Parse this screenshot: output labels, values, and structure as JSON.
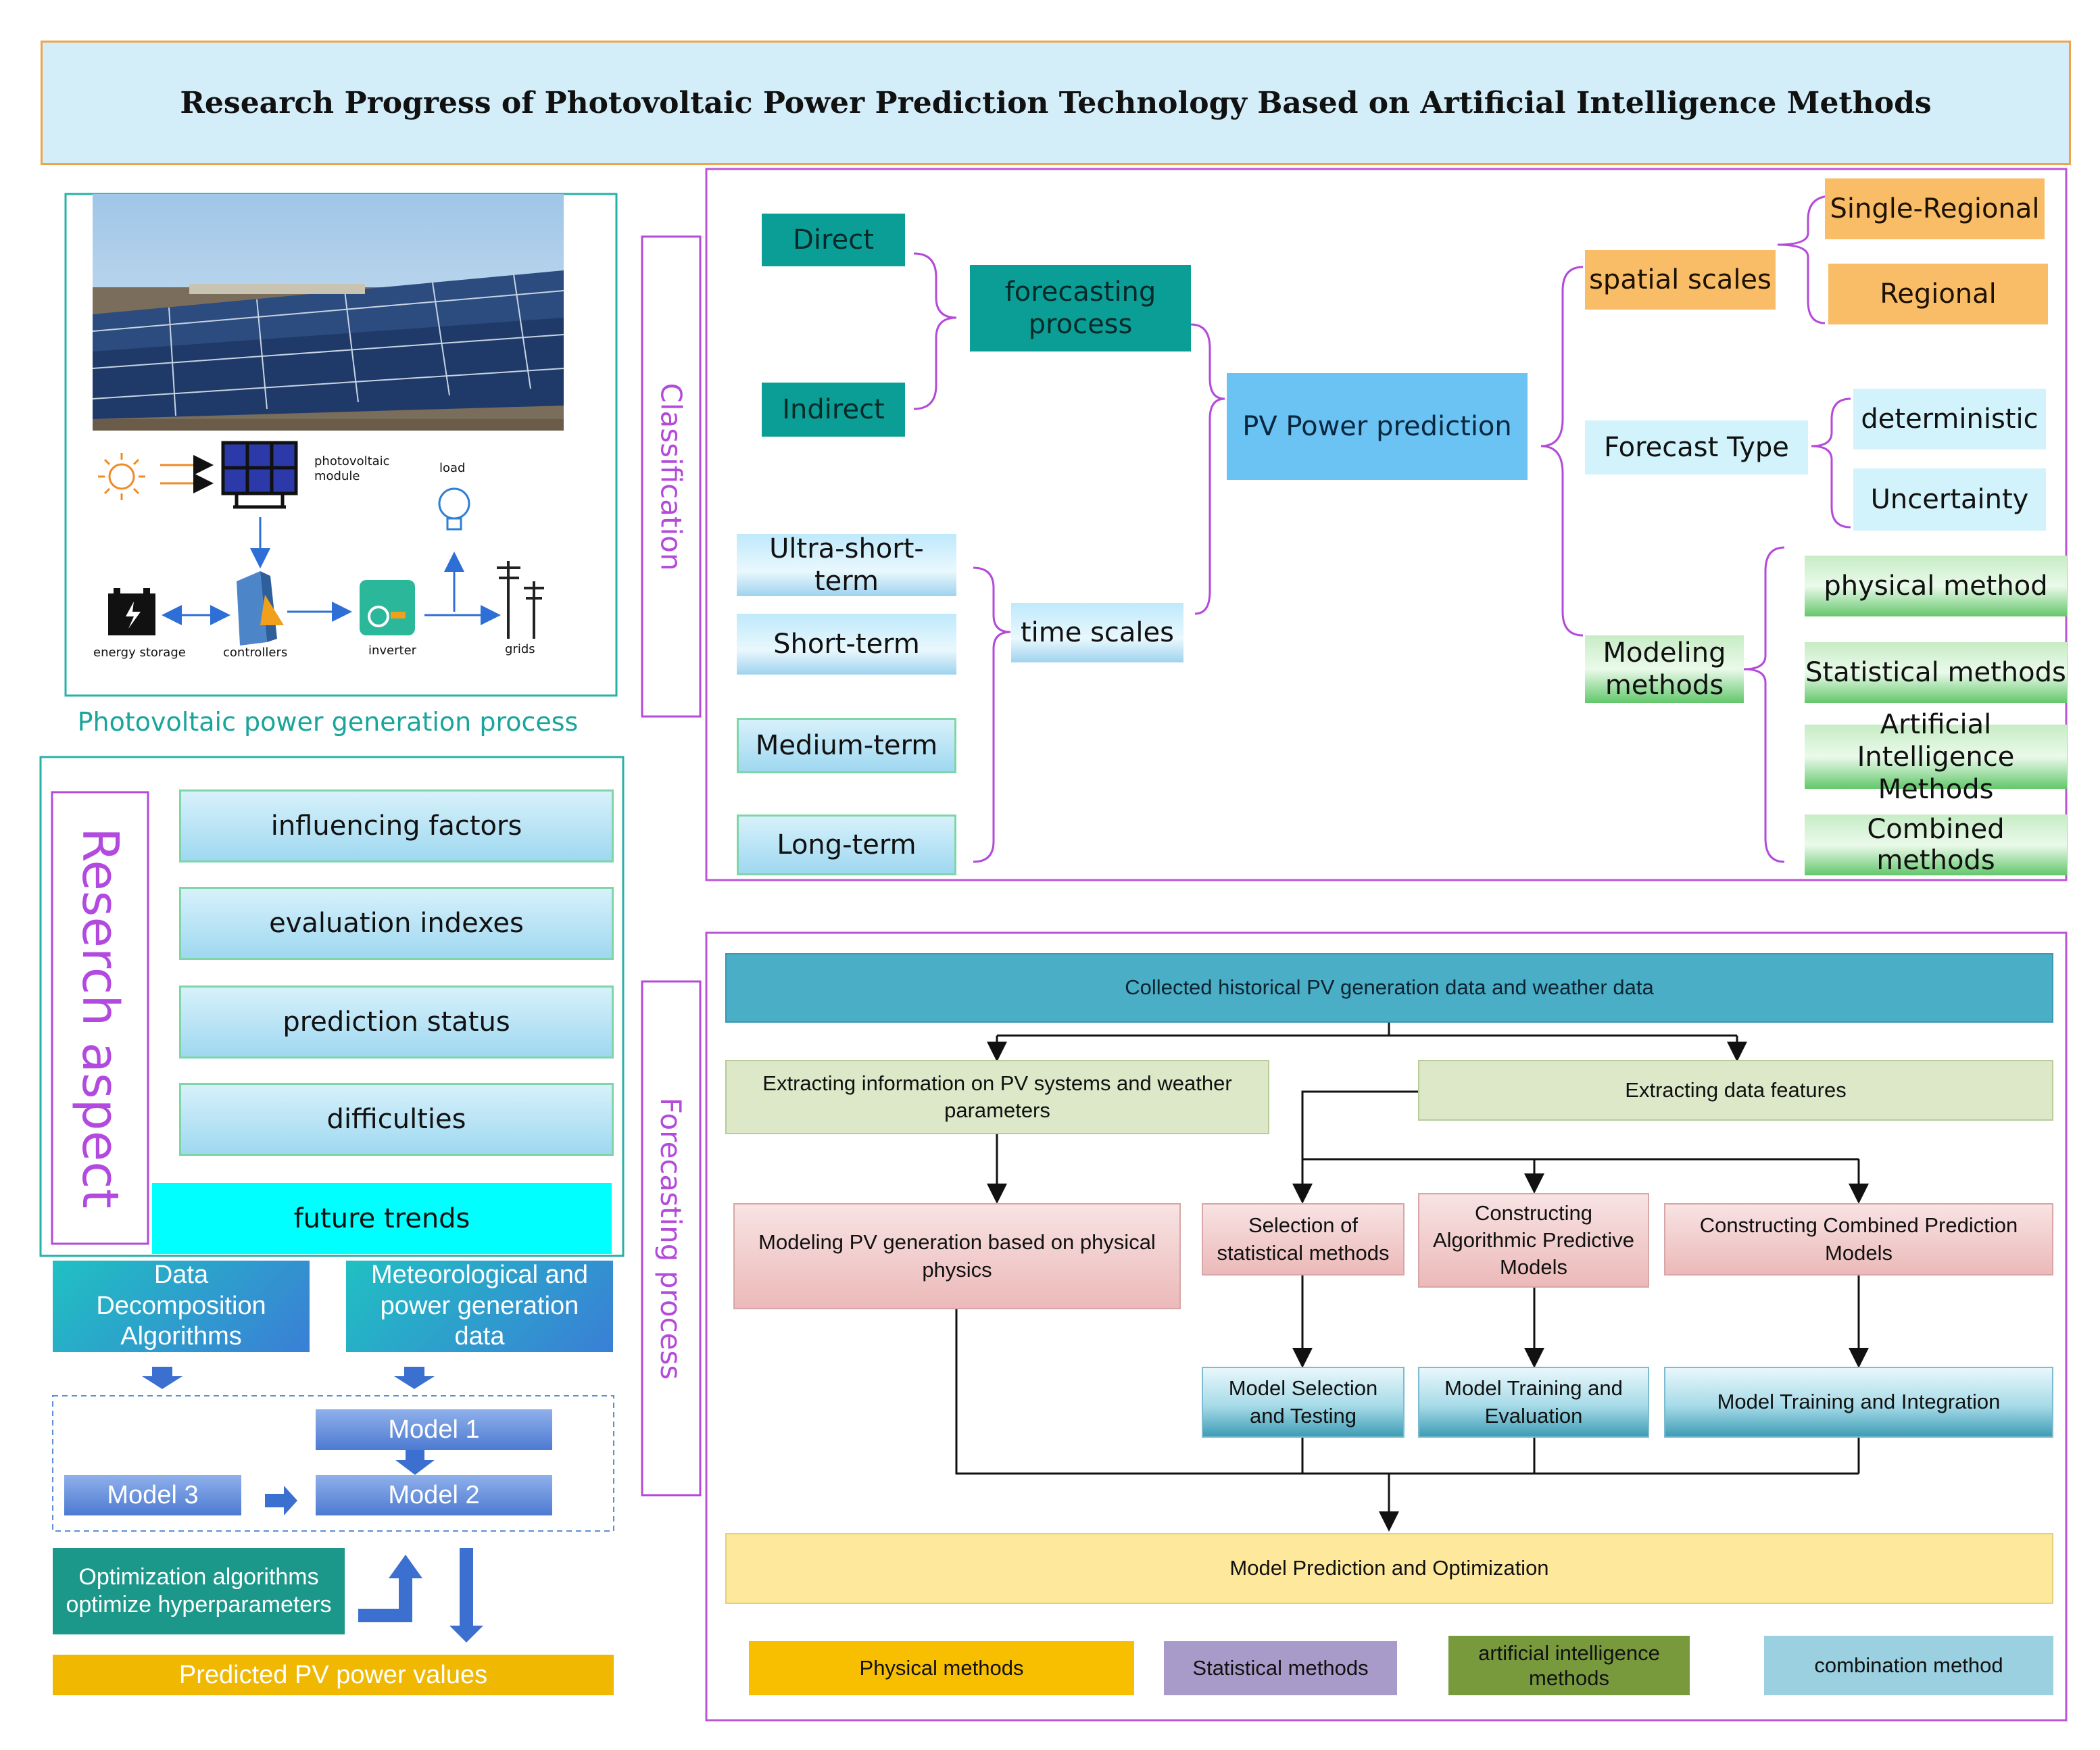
{
  "title": "Research Progress of Photovoltaic Power Prediction Technology Based on Artificial Intelligence Methods",
  "process_panel": {
    "labels": {
      "module": "photovoltaic module",
      "load": "load",
      "storage": "energy storage",
      "controllers": "controllers",
      "inverter": "inverter",
      "grids": "grids"
    },
    "caption": "Photovoltaic power generation process"
  },
  "classification": {
    "side_label": "Classification",
    "center": "PV Power prediction",
    "forecasting_process": {
      "label": "forecasting process",
      "items": [
        "Direct",
        "Indirect"
      ]
    },
    "time_scales": {
      "label": "time scales",
      "items": [
        "Ultra-short-term",
        "Short-term",
        "Medium-term",
        "Long-term"
      ]
    },
    "spatial_scales": {
      "label": "spatial scales",
      "items": [
        "Single-Regional",
        "Regional"
      ]
    },
    "forecast_type": {
      "label": "Forecast Type",
      "items": [
        "deterministic",
        "Uncertainty"
      ]
    },
    "modeling_methods": {
      "label": "Modeling methods",
      "items": [
        "physical method",
        "Statistical methods",
        "Artificial Intelligence Methods",
        "Combined methods"
      ]
    }
  },
  "research": {
    "side_label": "Reserch aspect",
    "items": [
      "influencing factors",
      "evaluation indexes",
      "prediction status",
      "difficulties",
      "future trends"
    ]
  },
  "ai_flow": {
    "decomp": "Data Decomposition Algorithms",
    "meteo": "Meteorological and power generation data",
    "model1": "Model 1",
    "model2": "Model 2",
    "model3": "Model 3",
    "optim": "Optimization algorithms optimize hyperparameters",
    "predicted": "Predicted PV power values"
  },
  "forecasting": {
    "side_label": "Forecasting process",
    "collected": "Collected historical PV generation data and weather data",
    "extract_info": "Extracting information on PV systems and weather parameters",
    "extract_features": "Extracting data features",
    "physical_model": "Modeling PV generation based on physical physics",
    "selection_stat": "Selection of statistical methods",
    "constructing_alg": "Constructing Algorithmic Predictive Models",
    "constructing_comb": "Constructing Combined Prediction Models",
    "model_sel_test": "Model Selection and Testing",
    "model_train_eval": "Model Training and Evaluation",
    "model_train_integ": "Model Training and Integration",
    "prediction_opt": "Model Prediction and Optimization"
  },
  "legend": [
    {
      "label": "Physical methods",
      "color": "#f7bf00"
    },
    {
      "label": "Statistical methods",
      "color": "#a99bc9"
    },
    {
      "label": "artificial intelligence methods",
      "color": "#789a3d"
    },
    {
      "label": "combination method",
      "color": "#9bd0e0"
    }
  ]
}
